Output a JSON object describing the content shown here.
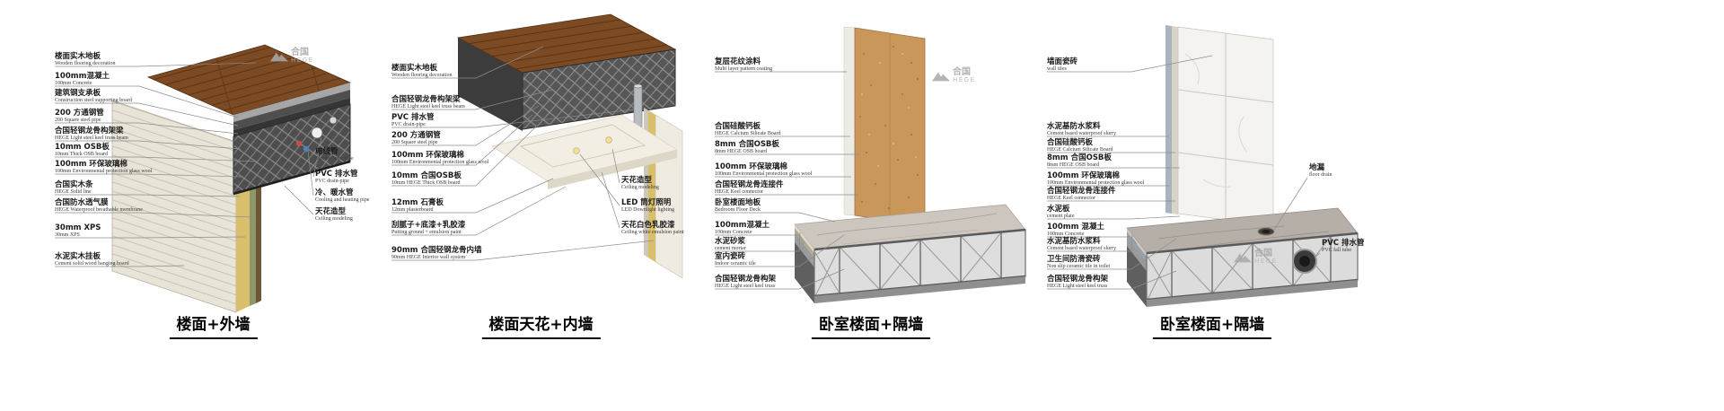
{
  "brand": {
    "logo_zh": "合国",
    "logo_en": "HEGE",
    "logo_color": "#a6a6a6"
  },
  "panels": [
    {
      "title": "楼面+外墙",
      "left_labels": [
        {
          "zh": "楼面实木地板",
          "en": "Wooden flooring decoration"
        },
        {
          "zh": "100mm混凝土",
          "en": "100mm Concrete"
        },
        {
          "zh": "建筑钢支承板",
          "en": "Construction steel supporting board"
        },
        {
          "zh": "200 方通钢管",
          "en": "200 Square steel pipe"
        },
        {
          "zh": "合国轻钢龙骨构架梁",
          "en": "HEGE Light steel keel truss beam"
        },
        {
          "zh": "10mm OSB板",
          "en": "10mm Thick OSB board"
        },
        {
          "zh": "100mm 环保玻璃棉",
          "en": "100mm Environmental protection glass wool"
        },
        {
          "zh": "合国实木条",
          "en": "HEGE Solid line"
        },
        {
          "zh": "合国防水透气膜",
          "en": "HEGE Waterproof breathable membrane"
        },
        {
          "zh": "30mm XPS",
          "en": "30mm XPS"
        },
        {
          "zh": "水泥实木挂板",
          "en": "Cement solid wood hanging board"
        }
      ],
      "right_labels": [
        {
          "zh": "电线管",
          "en": "Electric wire tube"
        },
        {
          "zh": "PVC 排水管",
          "en": "PVC drain-pipe"
        },
        {
          "zh": "冷、暖水管",
          "en": "Cooling and heating pipe"
        },
        {
          "zh": "天花造型",
          "en": "Ceiling modeling"
        }
      ]
    },
    {
      "title": "楼面天花+内墙",
      "left_labels": [
        {
          "zh": "楼面实木地板",
          "en": "Wooden flooring decoration"
        },
        {
          "zh": "合国轻钢龙骨构架梁",
          "en": "HEGE Light steel keel truss beam"
        },
        {
          "zh": "PVC 排水管",
          "en": "PVC drain-pipe"
        },
        {
          "zh": "200 方通钢管",
          "en": "200 Square steel pipe"
        },
        {
          "zh": "100mm 环保玻璃棉",
          "en": "100mm Environmental protection glass wool"
        },
        {
          "zh": "10mm 合国OSB板",
          "en": "10mm HEGE Thick OSB board"
        },
        {
          "zh": "12mm 石膏板",
          "en": "12mm plasterboard"
        },
        {
          "zh": "刮腻子+底漆+乳胶漆",
          "en": "Putting ground + emulsion paint"
        },
        {
          "zh": "90mm 合国轻钢龙骨内墙",
          "en": "90mm HEGE Interior wall system"
        }
      ],
      "right_labels": [
        {
          "zh": "天花造型",
          "en": "Ceiling modeling"
        },
        {
          "zh": "LED 筒灯照明",
          "en": "LED Downlight lighting"
        },
        {
          "zh": "天花白色乳胶漆",
          "en": "Ceiling white emulsion paint"
        }
      ]
    },
    {
      "title": "卧室楼面+隔墙",
      "left_labels": [
        {
          "zh": "复层花纹涂料",
          "en": "Multi layer pattern coating"
        },
        {
          "zh": "合国硅酸钙板",
          "en": "HEGE Calcium Silicate Board"
        },
        {
          "zh": "8mm 合国OSB板",
          "en": "8mm HEGE OSB board"
        },
        {
          "zh": "100mm 环保玻璃棉",
          "en": "100mm Environmental protection glass wool"
        },
        {
          "zh": "合国轻钢龙骨连接件",
          "en": "HEGE Keel connector"
        },
        {
          "zh": "卧室楼面地板",
          "en": "Bedroom Floor Deck"
        },
        {
          "zh": "100mm混凝土",
          "en": "100mm Concrete"
        },
        {
          "zh": "水泥砂浆",
          "en": "cement mortar"
        },
        {
          "zh": "室内瓷砖",
          "en": "Indoor ceramic tile"
        },
        {
          "zh": "合国轻钢龙骨构架",
          "en": "HEGE Light steel keel truss"
        }
      ],
      "right_labels": []
    },
    {
      "title": "卧室楼面+隔墙",
      "left_labels": [
        {
          "zh": "墙面瓷砖",
          "en": "wall tiles"
        },
        {
          "zh": "水泥基防水浆料",
          "en": "Cement based waterproof slurry"
        },
        {
          "zh": "合国硅酸钙板",
          "en": "HEGE Calcium Silicate Board"
        },
        {
          "zh": "8mm 合国OSB板",
          "en": "8mm HEGE OSB board"
        },
        {
          "zh": "100mm 环保玻璃棉",
          "en": "100mm Environmental protection glass wool"
        },
        {
          "zh": "合国轻钢龙骨连接件",
          "en": "HEGE Keel connector"
        },
        {
          "zh": "水泥板",
          "en": "cement plate"
        },
        {
          "zh": "100mm 混凝土",
          "en": "100mm Concrete"
        },
        {
          "zh": "水泥基防水浆料",
          "en": "Cement based waterproof slurry"
        },
        {
          "zh": "卫生间防滑瓷砖",
          "en": "Non slip ceramic tile in toilet"
        },
        {
          "zh": "合国轻钢龙骨构架",
          "en": "HEGE Light steel keel truss"
        }
      ],
      "right_labels": [
        {
          "zh": "地漏",
          "en": "floor drain"
        },
        {
          "zh": "PVC 排水管",
          "en": "PVC fall tube"
        }
      ]
    }
  ]
}
